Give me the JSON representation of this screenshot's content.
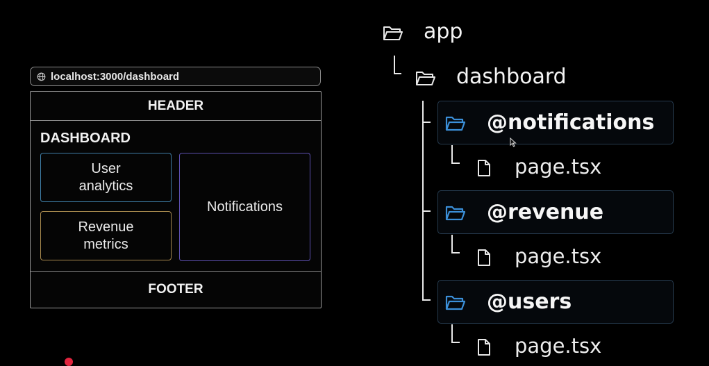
{
  "browser": {
    "url": "localhost:3000/dashboard",
    "header": "HEADER",
    "footer": "FOOTER",
    "dashboard_title": "DASHBOARD",
    "slots": {
      "user_analytics": "User analytics",
      "revenue_metrics": "Revenue metrics",
      "notifications": "Notifications"
    }
  },
  "tree": {
    "root": "app",
    "dashboard": "dashboard",
    "slots": [
      {
        "name": "@notifications",
        "file": "page.tsx"
      },
      {
        "name": "@revenue",
        "file": "page.tsx"
      },
      {
        "name": "@users",
        "file": "page.tsx"
      }
    ]
  },
  "colors": {
    "user_border": "#3f7fa8",
    "revenue_border": "#a88a4e",
    "notifications_border": "#5d50b0",
    "folder_blue": "#3b8fd9"
  }
}
